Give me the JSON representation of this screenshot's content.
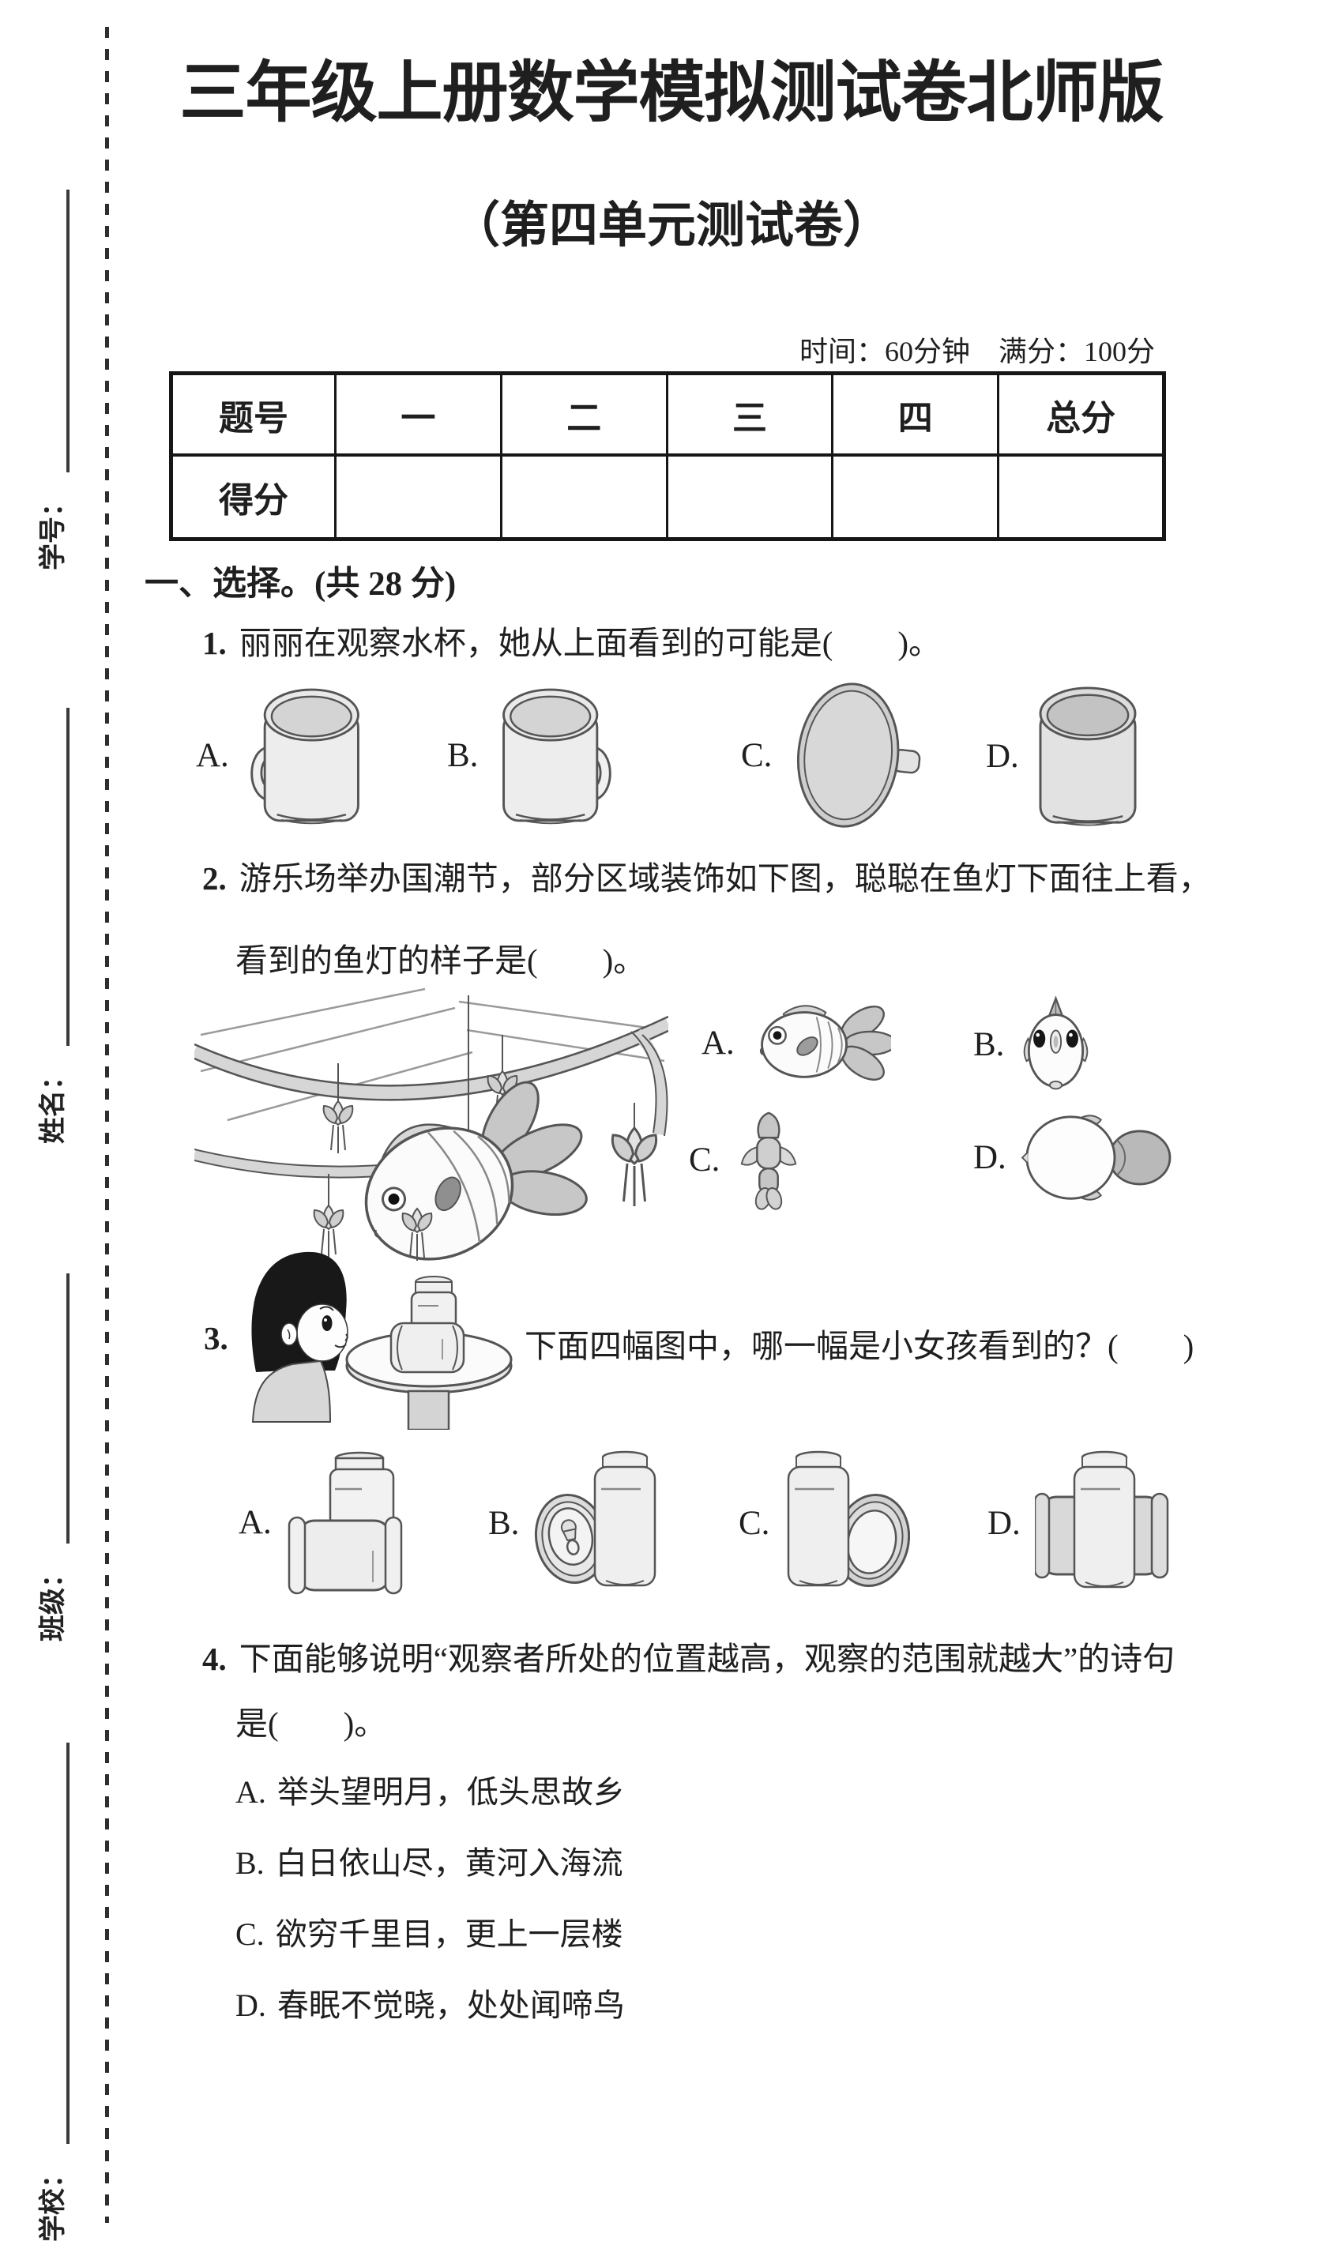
{
  "paper": {
    "title": "三年级上册数学模拟测试卷北师版",
    "subtitle": "（第四单元测试卷）",
    "meta": "时间：60分钟　满分：100分"
  },
  "binding_strip": {
    "school_label": "学校：",
    "class_label": "班级：",
    "name_label": "姓名：",
    "student_id_label": "学号："
  },
  "score_table": {
    "corner_label": "题号",
    "columns": [
      "一",
      "二",
      "三",
      "四",
      "总分"
    ],
    "score_row_label": "得分",
    "score_cells": [
      "",
      "",
      "",
      "",
      ""
    ]
  },
  "section_one": {
    "heading": "一、选择。(共 28 分)"
  },
  "questions": {
    "q1": {
      "number": "1.",
      "text": "丽丽在观察水杯，她从上面看到的可能是(　　)。",
      "options": [
        {
          "label": "A.",
          "image": "mug-side-view-handle-left"
        },
        {
          "label": "B.",
          "image": "mug-side-view-handle-right"
        },
        {
          "label": "C.",
          "image": "mug-top-view-with-handle-stub"
        },
        {
          "label": "D.",
          "image": "mug-no-handle-view"
        }
      ]
    },
    "q2": {
      "number": "2.",
      "line1": "游乐场举办国潮节，部分区域装饰如下图，聪聪在鱼灯下面往上看，",
      "line2": "看到的鱼灯的样子是(　　)。",
      "scene": "fish-lantern-hanging-from-ceiling-with-lotus-tassels",
      "options": [
        {
          "label": "A.",
          "image": "fish-side-view"
        },
        {
          "label": "B.",
          "image": "fish-front-view"
        },
        {
          "label": "C.",
          "image": "fish-top-view"
        },
        {
          "label": "D.",
          "image": "fish-bottom-view"
        }
      ]
    },
    "q3": {
      "number": "3.",
      "text": "下面四幅图中，哪一幅是小女孩看到的？(　　)",
      "scene": "girl-looking-at-bottle-and-lying-can-on-round-table",
      "options": [
        {
          "label": "A.",
          "image": "lying-can-in-front-of-standing-can"
        },
        {
          "label": "B.",
          "image": "can-top-end-beside-standing-can"
        },
        {
          "label": "C.",
          "image": "can-bottom-end-beside-standing-can"
        },
        {
          "label": "D.",
          "image": "lying-can-behind-standing-can"
        }
      ]
    },
    "q4": {
      "number": "4.",
      "line1": "下面能够说明“观察者所处的位置越高，观察的范围就越大”的诗句",
      "line2": "是(　　)。",
      "options": [
        {
          "label": "A.",
          "text": "举头望明月，低头思故乡"
        },
        {
          "label": "B.",
          "text": "白日依山尽，黄河入海流"
        },
        {
          "label": "C.",
          "text": "欲穷千里目，更上一层楼"
        },
        {
          "label": "D.",
          "text": "春眠不觉晓，处处闻啼鸟"
        }
      ]
    }
  },
  "colors": {
    "paper": "#ffffff",
    "ink": "#1f1f1f",
    "line_art": "#555555",
    "table_border": "#161616"
  }
}
